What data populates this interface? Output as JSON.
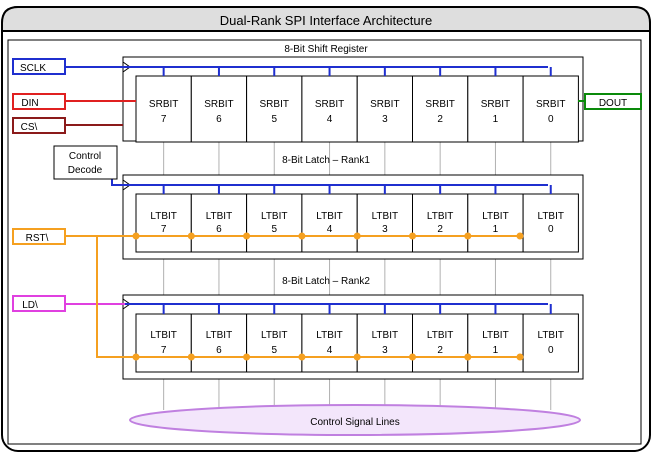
{
  "title": "Dual-Rank SPI Interface Architecture",
  "signals": {
    "sclk": {
      "label": "SCLK",
      "color": "#1f2fcf"
    },
    "din": {
      "label": "DIN",
      "color": "#e02020"
    },
    "cs": {
      "label": "CS\\",
      "color": "#8b1a1a"
    },
    "dout": {
      "label": "DOUT",
      "color": "#0a8a0a"
    },
    "rst": {
      "label": "RST\\",
      "color": "#f5a020"
    },
    "ld": {
      "label": "LD\\",
      "color": "#e040e0"
    }
  },
  "control_decode": {
    "line1": "Control",
    "line2": "Decode"
  },
  "registers": [
    {
      "label": "8-Bit Shift Register",
      "cell_label": "SRBIT",
      "bits": [
        "7",
        "6",
        "5",
        "4",
        "3",
        "2",
        "1",
        "0"
      ]
    },
    {
      "label": "8-Bit Latch – Rank1",
      "cell_label": "LTBIT",
      "bits": [
        "7",
        "6",
        "5",
        "4",
        "3",
        "2",
        "1",
        "0"
      ]
    },
    {
      "label": "8-Bit Latch – Rank2",
      "cell_label": "LTBIT",
      "bits": [
        "7",
        "6",
        "5",
        "4",
        "3",
        "2",
        "1",
        "0"
      ]
    }
  ],
  "control_lines_label": "Control Signal Lines",
  "colors": {
    "clock_bus": "#1f2fcf",
    "reset_bus": "#f5a020",
    "vertical_lines": "#b0b0b0",
    "ellipse_stroke": "#c080e0",
    "ellipse_fill": "#f3e6fb"
  }
}
